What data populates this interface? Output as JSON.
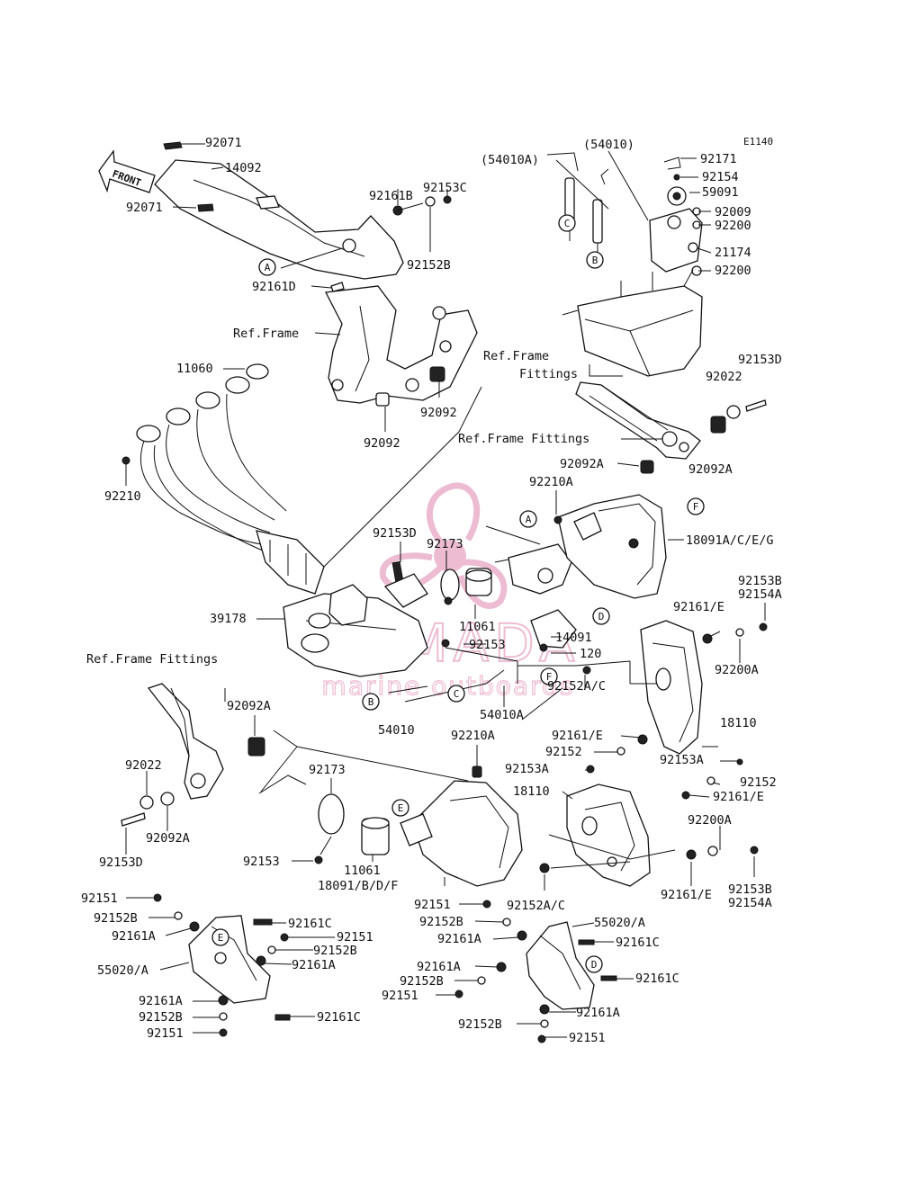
{
  "diagram_code": "E1140",
  "front_label": "FRONT",
  "watermark": {
    "brand": "ARMADA",
    "tagline": "marine outboards",
    "color": "#e8a6c4"
  },
  "labels": {
    "l92071a": "92071",
    "l14092": "14092",
    "l92071b": "92071",
    "l92161b": "92161B",
    "l92153c": "92153C",
    "l92152b_top": "92152B",
    "l92161d": "92161D",
    "l_ref_frame": "Ref.Frame",
    "l11060": "11060",
    "l92092_a": "92092",
    "l92092_b": "92092",
    "l92210": "92210",
    "l54010a_paren": "(54010A)",
    "l54010_paren": "(54010)",
    "l92171": "92171",
    "l92154": "92154",
    "l59091": "59091",
    "l92009": "92009",
    "l92200_a": "92200",
    "l21174": "21174",
    "l92200_b": "92200",
    "l_ref_frame2": "Ref.Frame",
    "l_fittings": "Fittings",
    "l92153d_r": "92153D",
    "l92022_r": "92022",
    "l_ref_frame_fittings_r": "Ref.Frame Fittings",
    "l92092a_r1": "92092A",
    "l92092a_r2": "92092A",
    "l92210a_mid": "92210A",
    "l18091aceg": "18091A/C/E/G",
    "l92153d_mid": "92153D",
    "l92173_mid": "92173",
    "l39178": "39178",
    "l11061_mid": "11061",
    "l92153_mid": "92153",
    "l14091": "14091",
    "l120": "120",
    "l92153b_r": "92153B",
    "l92154a_r": "92154A",
    "l92161e_r1": "92161/E",
    "l92200a_r": "92200A",
    "l92152ac_r": "92152A/C",
    "l18110_r": "18110",
    "l54010": "54010",
    "l54010a": "54010A",
    "l_ref_frame_fittings_l": "Ref.Frame Fittings",
    "l92092a_l": "92092A",
    "l92022_l": "92022",
    "l92092a_l2": "92092A",
    "l92153d_l": "92153D",
    "l92161e_r2": "92161/E",
    "l92152_r1": "92152",
    "l92153a_r1": "92153A",
    "l92153a_r2": "92153A",
    "l92152_r2": "92152",
    "l92161e_r3": "92161/E",
    "l18110_l": "18110",
    "l92200a_r2": "92200A",
    "l92210a_low": "92210A",
    "l92173_low": "92173",
    "l92153_low": "92153",
    "l11061_low": "11061",
    "l18091bdf": "18091/B/D/F",
    "l92152ac_low": "92152A/C",
    "l92161e_r4": "92161/E",
    "l92153b_r2": "92153B",
    "l92154a_r2": "92154A",
    "l92151_l1": "92151",
    "l92152b_l1": "92152B",
    "l92161a_l1": "92161A",
    "l92161c_l1": "92161C",
    "l92151_l2": "92151",
    "l92152b_l2": "92152B",
    "l92161a_l2": "92161A",
    "l55020a_l": "55020/A",
    "l92161a_l3": "92161A",
    "l92152b_l3": "92152B",
    "l92151_l3": "92151",
    "l92161c_l2": "92161C",
    "l92151_m1": "92151",
    "l92152b_m1": "92152B",
    "l92161a_m1": "92161A",
    "l55020a_r": "55020/A",
    "l92161c_m1": "92161C",
    "l92161a_m2": "92161A",
    "l92152b_m2": "92152B",
    "l92151_m2": "92151",
    "l92161c_m2": "92161C",
    "l92152b_m3": "92152B",
    "l92161a_m3": "92161A",
    "l92151_m3": "92151"
  },
  "callouts": {
    "a": "A",
    "b": "B",
    "c": "C",
    "d": "D",
    "e": "E",
    "f": "F"
  }
}
